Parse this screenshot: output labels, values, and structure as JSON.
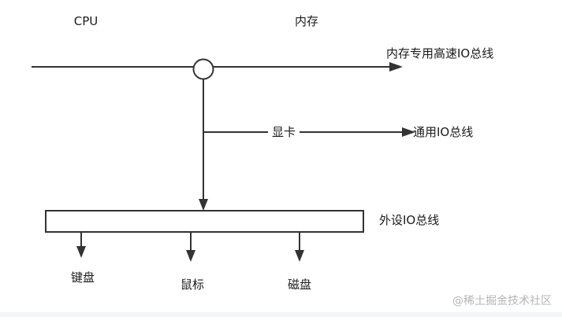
{
  "labels": {
    "cpu": "CPU",
    "memory": "内存",
    "memory_bus": "内存专用高速IO总线",
    "graphics_card": "显卡",
    "general_bus": "通用IO总线",
    "peripheral_bus": "外设IO总线",
    "keyboard": "键盘",
    "mouse": "鼠标",
    "disk": "磁盘"
  },
  "watermark": "@稀土掘金技术社区",
  "colors": {
    "line": "#333333",
    "text": "#1a1a1a",
    "watermark": "#b5b5b5",
    "background": "#ffffff"
  }
}
